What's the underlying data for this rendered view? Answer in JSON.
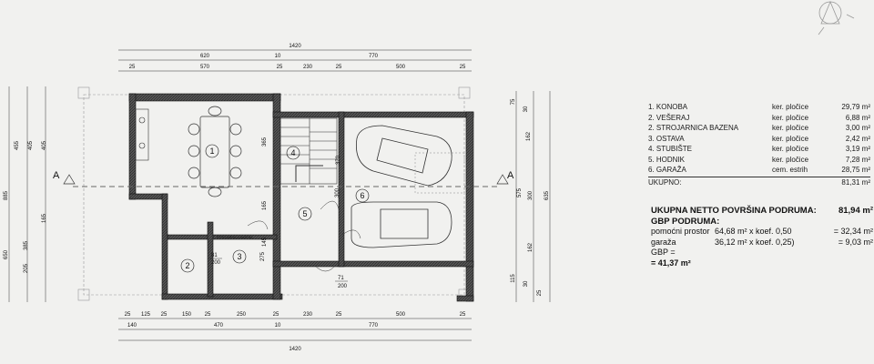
{
  "drawing": {
    "top_dims": {
      "overall": "1420",
      "row2": [
        "620",
        "10",
        "770"
      ],
      "row3": [
        "25",
        "570",
        "25",
        "230",
        "25",
        "500",
        "25"
      ]
    },
    "bottom_dims": {
      "row1": [
        "25",
        "125",
        "25",
        "150",
        "25",
        "250",
        "25",
        "230",
        "25",
        "500",
        "25"
      ],
      "row2": [
        "140",
        "470",
        "10",
        "770"
      ],
      "overall": "1420"
    },
    "left_dims": [
      "455",
      "405",
      "405",
      "885",
      "165",
      "385",
      "650",
      "205"
    ],
    "mid_dims": [
      "365",
      "165",
      "145",
      "275",
      "370",
      "300"
    ],
    "right_dims": [
      "75",
      "30",
      "162",
      "300",
      "575",
      "635",
      "162",
      "115",
      "30",
      "25"
    ],
    "room_numbers": [
      "1",
      "2",
      "3",
      "4",
      "5",
      "6"
    ],
    "section_labels": [
      "A",
      "A"
    ],
    "window_tags": [
      {
        "top": "71",
        "bottom": "200"
      },
      {
        "top": "81",
        "bottom": "200"
      }
    ],
    "small_note": "STROJARNICA BAZENA"
  },
  "legend": {
    "rooms": [
      {
        "name": "1. KONOBA",
        "finish": "ker. pločice",
        "area": "29,79 m²"
      },
      {
        "name": "2. VEŠERAJ",
        "finish": "ker. pločice",
        "area": "6,88 m²"
      },
      {
        "name": "2. STROJARNICA BAZENA",
        "finish": "ker. pločice",
        "area": "3,00 m²"
      },
      {
        "name": "3. OSTAVA",
        "finish": "ker. pločice",
        "area": "2,42 m²"
      },
      {
        "name": "4. STUBIŠTE",
        "finish": "ker. pločice",
        "area": "3,19 m²"
      },
      {
        "name": "5. HODNIK",
        "finish": "ker. pločice",
        "area": "7,28 m²"
      },
      {
        "name": "6. GARAŽA",
        "finish": "cem. estrih",
        "area": "28,75 m²"
      }
    ],
    "total_label": "UKUPNO:",
    "total_value": "81,31 m²"
  },
  "summary": {
    "net_label": "UKUPNA NETTO POVRŠINA PODRUMA:",
    "net_value": "81,94 m²",
    "gbp_heading": "GBP PODRUMA:",
    "lines": [
      {
        "label": "pomoćni prostor",
        "calc": "64,68 m² x koef. 0,50",
        "result": "= 32,34 m²"
      },
      {
        "label": "garaža",
        "calc": "36,12 m² x koef. 0,25)",
        "result": "= 9,03 m²"
      }
    ],
    "gbp_label": "GBP =",
    "gbp_total": "= 41,37 m²"
  }
}
